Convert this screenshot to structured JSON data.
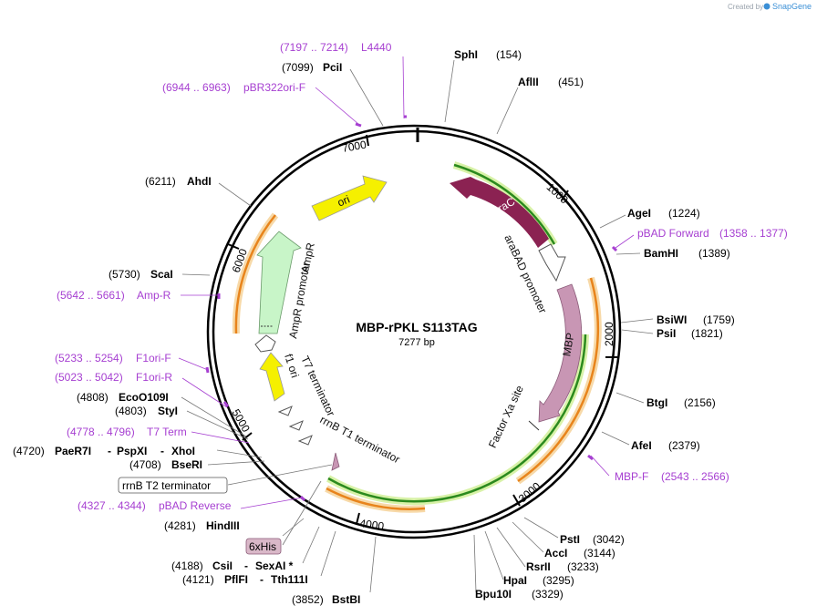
{
  "branding": {
    "created_by": "Created by",
    "product": "SnapGene"
  },
  "plasmid": {
    "name": "MBP-rPKL S113TAG",
    "length": "7277 bp"
  },
  "ticks": [
    "1000",
    "2000",
    "3000",
    "4000",
    "5000",
    "6000",
    "7000"
  ],
  "enzymes": [
    {
      "name": "SphI",
      "pos": "(154)"
    },
    {
      "name": "AflII",
      "pos": "(451)"
    },
    {
      "name": "AgeI",
      "pos": "(1224)"
    },
    {
      "name": "BamHI",
      "pos": "(1389)"
    },
    {
      "name": "BsiWI",
      "pos": "(1759)"
    },
    {
      "name": "PsiI",
      "pos": "(1821)"
    },
    {
      "name": "BtgI",
      "pos": "(2156)"
    },
    {
      "name": "AfeI",
      "pos": "(2379)"
    },
    {
      "name": "PstI",
      "pos": "(3042)"
    },
    {
      "name": "AccI",
      "pos": "(3144)"
    },
    {
      "name": "RsrII",
      "pos": "(3233)"
    },
    {
      "name": "HpaI",
      "pos": "(3295)"
    },
    {
      "name": "Bpu10I",
      "pos": "(3329)"
    },
    {
      "name": "BstBI",
      "pos": "(3852)"
    },
    {
      "name": "PflFI",
      "name2": "Tth111I",
      "pos": "(4121)"
    },
    {
      "name": "CsiI",
      "name2": "SexAI *",
      "pos": "(4188)"
    },
    {
      "name": "HindIII",
      "pos": "(4281)"
    },
    {
      "name": "BseRI",
      "pos": "(4708)"
    },
    {
      "name": "PaeR7I",
      "name2": "PspXI",
      "name3": "XhoI",
      "pos": "(4720)"
    },
    {
      "name": "StyI",
      "pos": "(4803)"
    },
    {
      "name": "EcoO109I",
      "pos": "(4808)"
    },
    {
      "name": "ScaI",
      "pos": "(5730)"
    },
    {
      "name": "AhdI",
      "pos": "(6211)"
    },
    {
      "name": "PciI",
      "pos": "(7099)"
    }
  ],
  "primers": [
    {
      "name": "L4440",
      "range": "(7197 .. 7214)"
    },
    {
      "name": "pBR322ori-F",
      "range": "(6944 .. 6963)"
    },
    {
      "name": "pBAD Forward",
      "range": "(1358 .. 1377)"
    },
    {
      "name": "MBP-F",
      "range": "(2543 .. 2566)"
    },
    {
      "name": "pBAD Reverse",
      "range": "(4327 .. 4344)"
    },
    {
      "name": "T7 Term",
      "range": "(4778 .. 4796)"
    },
    {
      "name": "F1ori-R",
      "range": "(5023 .. 5042)"
    },
    {
      "name": "F1ori-F",
      "range": "(5233 .. 5254)"
    },
    {
      "name": "Amp-R",
      "range": "(5642 .. 5661)"
    }
  ],
  "features": {
    "araC": "araC",
    "araBAD": "araBAD promoter",
    "MBP": "MBP",
    "FactorXa": "Factor Xa site",
    "rrnBT1": "rrnB T1 terminator",
    "T7term": "T7 terminator",
    "f1ori": "f1 ori",
    "AmpRpromoter": "AmpR promoter",
    "AmpR": "AmpR",
    "ori": "ori",
    "rrnBT2": "rrnB T2 terminator",
    "his": "6xHis"
  },
  "colors": {
    "araC": "#8b2252",
    "mbp": "#c896b4",
    "ori": "#f5f000",
    "ampr": "#c8f5c8",
    "primer": "#a63fd1",
    "orange": "#f08c28",
    "green": "#2b8a1e"
  }
}
